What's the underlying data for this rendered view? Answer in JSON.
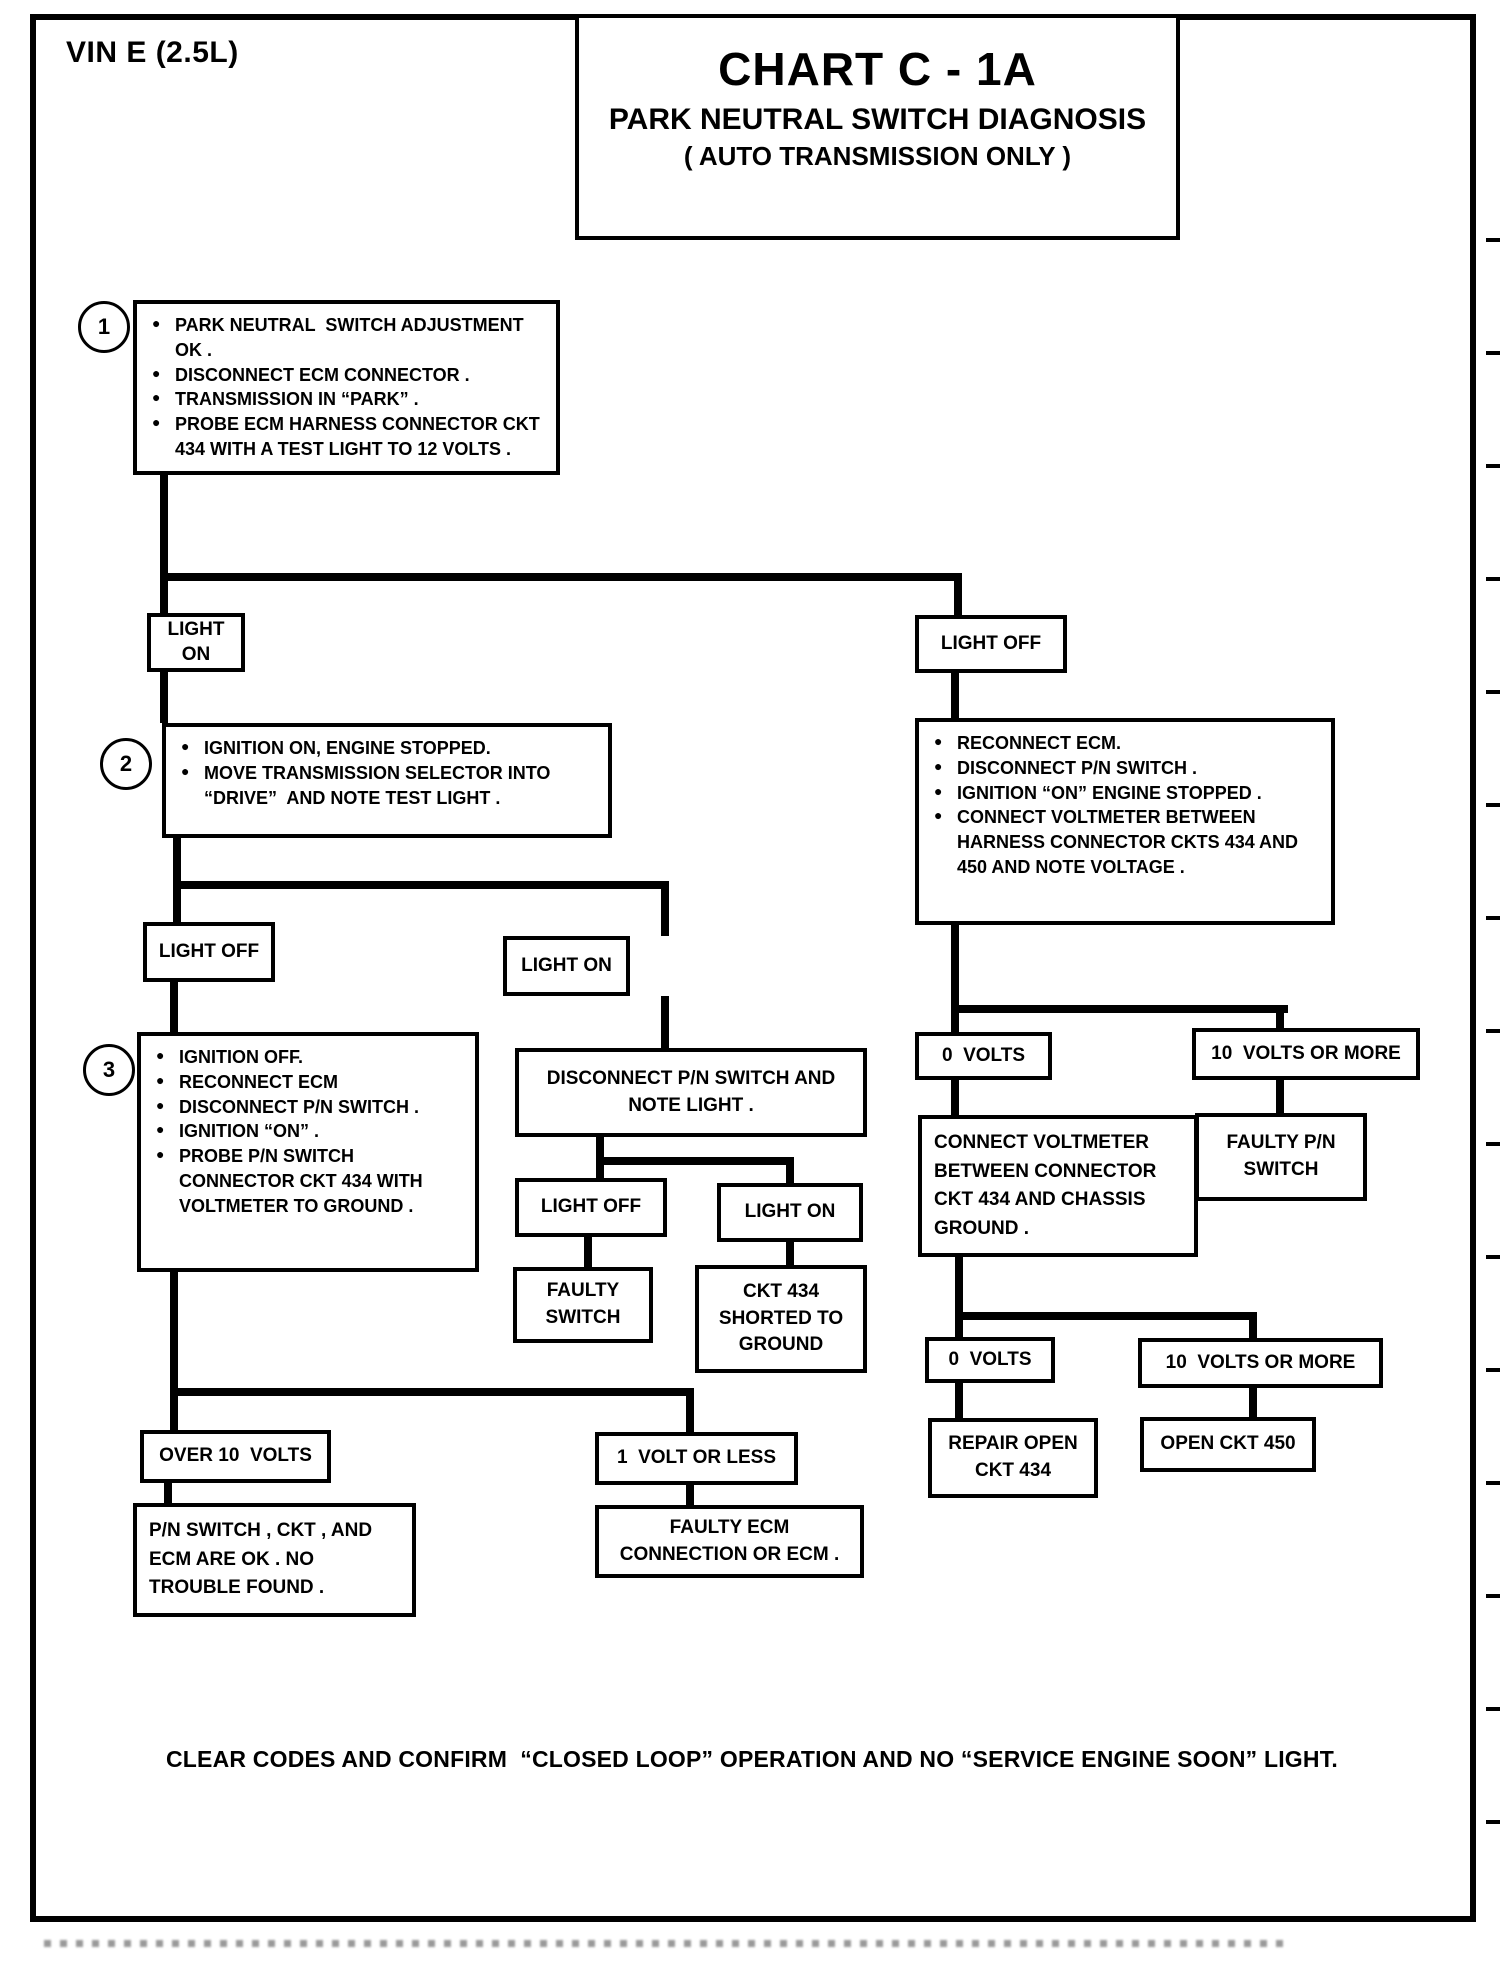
{
  "colors": {
    "ink": "#000000",
    "paper": "#ffffff"
  },
  "page": {
    "vin_label": "VIN E (2.5L)",
    "footer_note": "CLEAR CODES AND CONFIRM  “CLOSED LOOP” OPERATION AND NO “SERVICE ENGINE SOON” LIGHT."
  },
  "title_block": {
    "title": "CHART C - 1A",
    "subtitle": "PARK NEUTRAL SWITCH DIAGNOSIS",
    "note": "( AUTO TRANSMISSION ONLY )"
  },
  "nodes": {
    "step1": {
      "number": "1",
      "items": [
        "PARK NEUTRAL  SWITCH ADJUSTMENT OK .",
        "DISCONNECT ECM CONNECTOR .",
        "TRANSMISSION IN “PARK” .",
        "PROBE ECM HARNESS CONNECTOR CKT 434 WITH A TEST LIGHT TO 12 VOLTS ."
      ]
    },
    "light_on_1": "LIGHT ON",
    "light_off_1": "LIGHT OFF",
    "step2": {
      "number": "2",
      "items": [
        "IGNITION ON, ENGINE STOPPED.",
        "MOVE TRANSMISSION SELECTOR INTO “DRIVE”  AND NOTE TEST LIGHT ."
      ]
    },
    "reconnect_ecm": {
      "items": [
        "RECONNECT ECM.",
        "DISCONNECT P/N SWITCH .",
        "IGNITION “ON” ENGINE STOPPED .",
        "CONNECT VOLTMETER BETWEEN HARNESS CONNECTOR CKTS 434 AND 450 AND NOTE VOLTAGE ."
      ]
    },
    "light_off_2": "LIGHT OFF",
    "light_on_2": "LIGHT ON",
    "step3": {
      "number": "3",
      "items": [
        "IGNITION OFF.",
        "RECONNECT ECM",
        "DISCONNECT P/N SWITCH .",
        "IGNITION “ON” .",
        "PROBE P/N SWITCH CONNECTOR CKT 434 WITH VOLTMETER TO GROUND ."
      ]
    },
    "disconnect_pn": "DISCONNECT P/N SWITCH AND NOTE LIGHT .",
    "volts_0_a": "0  VOLTS",
    "volts_10_more_a": "10  VOLTS OR MORE",
    "connect_voltmeter": "CONNECT VOLTMETER BETWEEN CONNECTOR CKT 434 AND CHASSIS GROUND .",
    "faulty_pn_switch": "FAULTY P/N SWITCH",
    "light_off_3": "LIGHT OFF",
    "light_on_3": "LIGHT ON",
    "faulty_switch": "FAULTY SWITCH",
    "ckt_434_shorted": "CKT 434 SHORTED TO GROUND",
    "volts_0_b": "0  VOLTS",
    "volts_10_more_b": "10  VOLTS OR MORE",
    "repair_open_ckt_434": "REPAIR OPEN CKT 434",
    "open_ckt_450": "OPEN CKT 450",
    "over_10_volts": "OVER 10  VOLTS",
    "one_volt_or_less": "1  VOLT OR LESS",
    "pn_switch_ok": "P/N SWITCH , CKT , AND ECM ARE OK . NO TROUBLE FOUND .",
    "faulty_ecm": "FAULTY ECM CONNECTION OR ECM ."
  }
}
